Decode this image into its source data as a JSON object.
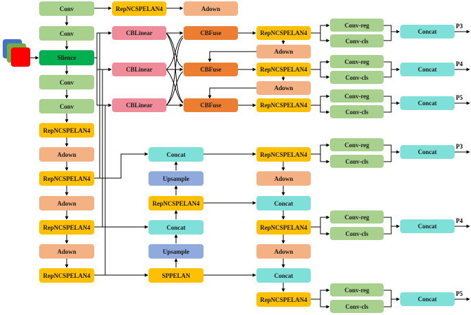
{
  "nodes": {
    "b_conv1": "Conv",
    "b_conv2": "Conv",
    "b_silence": "Slience",
    "b_conv3": "Conv",
    "b_conv4": "Conv",
    "b_rep1": "RepNCSPELAN4",
    "b_adown1": "Adown",
    "b_rep2": "RepNCSPELAN4",
    "b_adown2": "Adown",
    "b_rep3": "RepNCSPELAN4",
    "b_adown3": "Adown",
    "b_rep4": "RepNCSPELAN4",
    "top_rep": "RepNCSPELAN4",
    "top_adown": "Adown",
    "cbl1": "CBLinear",
    "cbl2": "CBLinear",
    "cbl3": "CBLinear",
    "cbf1": "CBFuse",
    "cbf2": "CBFuse",
    "cbf3": "CBFuse",
    "aux_rep1": "RepNCSPELAN4",
    "aux_adown1": "Adown",
    "aux_rep2": "RepNCSPELAN4",
    "aux_adown2": "Adown",
    "aux_rep3": "RepNCSPELAN4",
    "n_concat1": "Concat",
    "n_up1": "Upsample",
    "n_rep1": "RepNCSPELAN4",
    "n_concat2": "Concat",
    "n_up2": "Upsample",
    "n_spp": "SPPELAN",
    "p_rep1": "RepNCSPELAN4",
    "p_adown1": "Adown",
    "p_concat1": "Concat",
    "p_rep2": "RepNCSPELAN4",
    "p_adown2": "Adown",
    "p_concat2": "Concat",
    "p_rep3": "RepNCSPELAN4",
    "h1_reg": "Conv-reg",
    "h1_cls": "Conv-cls",
    "h1_cat": "Concat",
    "h2_reg": "Conv-reg",
    "h2_cls": "Conv-cls",
    "h2_cat": "Concat",
    "h3_reg": "Conv-reg",
    "h3_cls": "Conv-cls",
    "h3_cat": "Concat",
    "h4_reg": "Conv-reg",
    "h4_cls": "Conv-cls",
    "h4_cat": "Concat",
    "h5_reg": "Conv-reg",
    "h5_cls": "Conv-cls",
    "h5_cat": "Concat",
    "h6_reg": "Conv-reg",
    "h6_cls": "Conv-cls",
    "h6_cat": "Concat"
  },
  "outputs": {
    "o1": "P3",
    "o2": "P4",
    "o3": "P5",
    "o4": "P3",
    "o5": "P4",
    "o6": "P5"
  },
  "input_image": {
    "icon": "rgb-image-stack-icon",
    "colors": [
      "#4472c4",
      "#70ad47",
      "#ff0000"
    ]
  },
  "colors": {
    "conv": "#a9d18e",
    "silence": "#00b050",
    "rep": "#ffc000",
    "adown": "#f4b183",
    "cblinear": "#f08c9a",
    "cbfuse": "#ed7d31",
    "concat": "#7fe0da",
    "upsample": "#8faadc"
  }
}
